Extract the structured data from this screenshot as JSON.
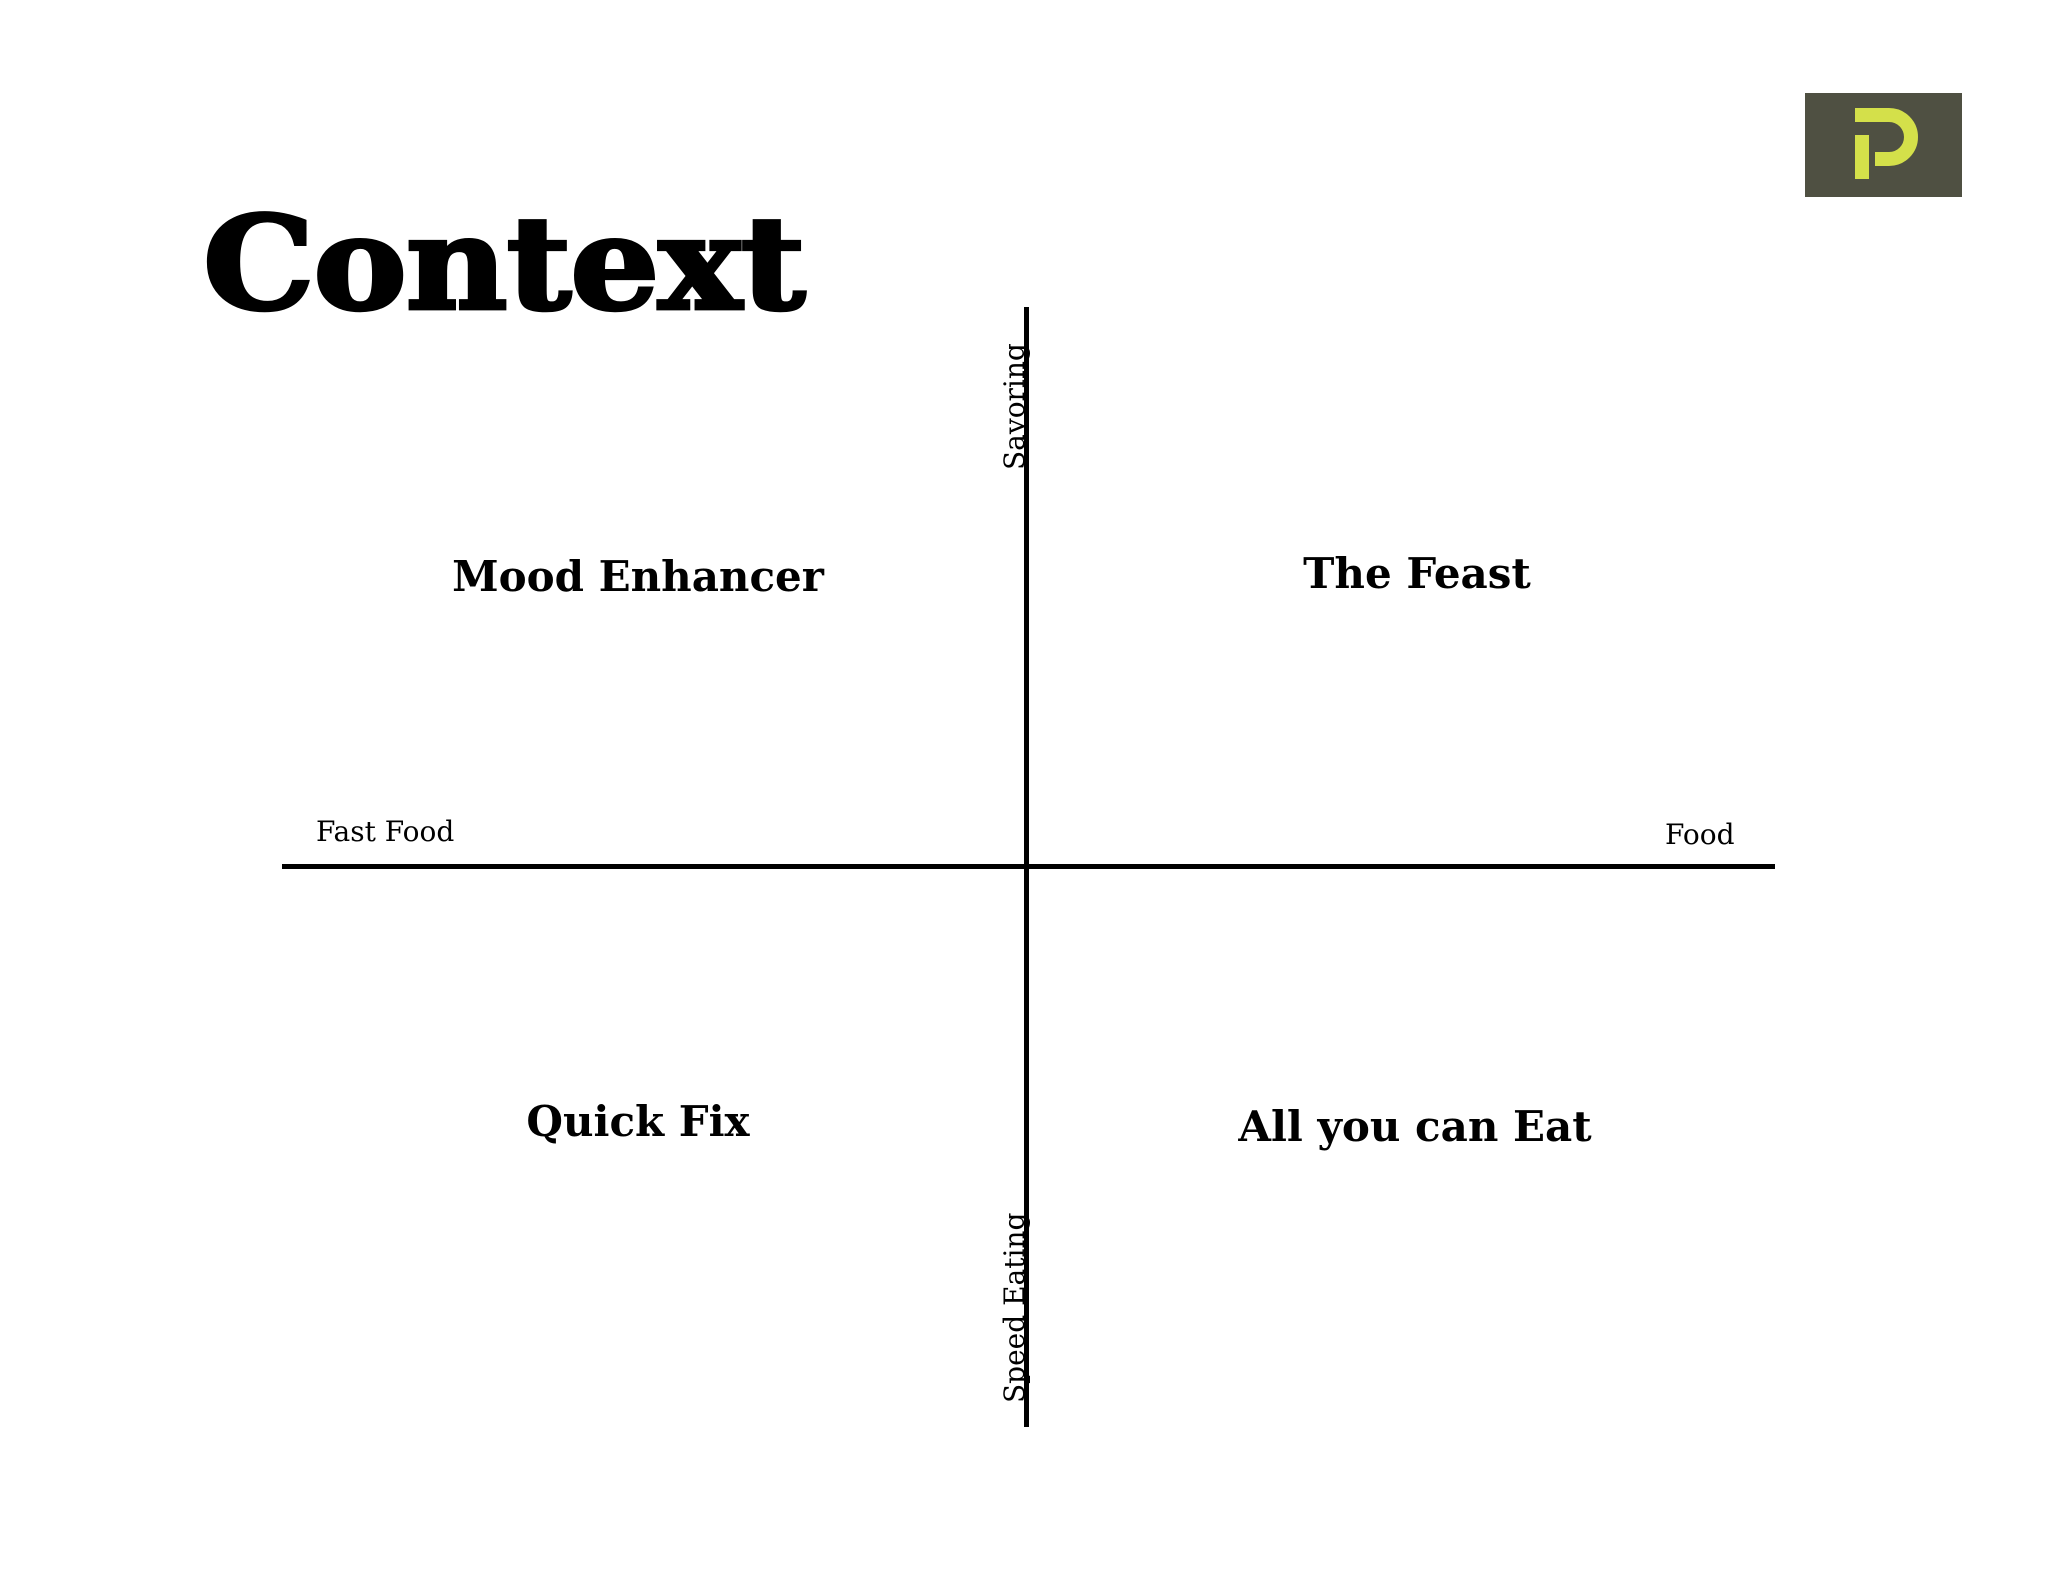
{
  "title": "Context",
  "logo": {
    "icon": "p-logo-icon",
    "background_color": "#4f5042",
    "mark_color": "#d4e04a"
  },
  "axes": {
    "horizontal": {
      "left_label": "Fast Food",
      "right_label": "Food"
    },
    "vertical": {
      "top_label": "Savoring",
      "bottom_label": "Speed Eating"
    }
  },
  "quadrants": {
    "top_left": "Mood Enhancer",
    "top_right": "The Feast",
    "bottom_left": "Quick Fix",
    "bottom_right": "All you can Eat"
  }
}
